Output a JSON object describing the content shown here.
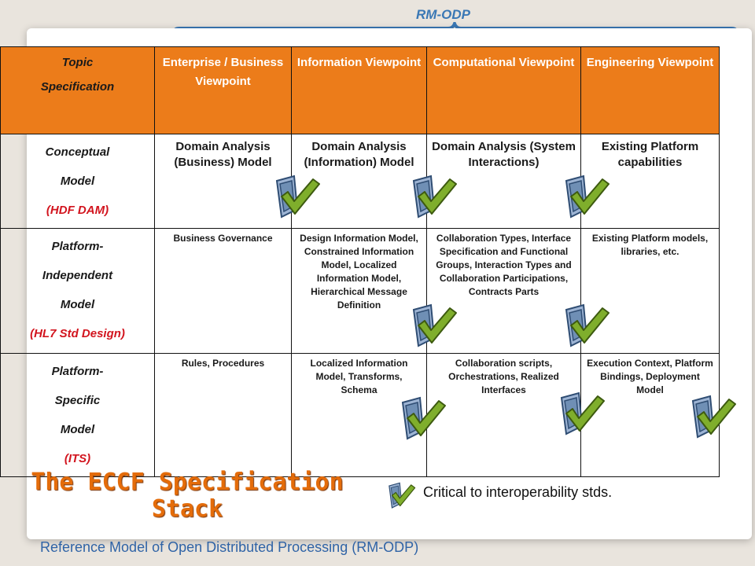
{
  "rmodp_label": "RM-ODP",
  "table": {
    "header": {
      "topic_line1": "Topic",
      "topic_line2": "Specification",
      "columns": [
        "Enterprise / Business Viewpoint",
        "Information Viewpoint",
        "Computational Viewpoint",
        "Engineering Viewpoint"
      ]
    },
    "rows": [
      {
        "head": {
          "l1": "Conceptual",
          "l2": "Model",
          "l3": "",
          "tag": "(HDF DAM)"
        },
        "cells": [
          "Domain Analysis (Business) Model",
          "Domain Analysis (Information) Model",
          "Domain Analysis (System Interactions)",
          "Existing Platform capabilities"
        ]
      },
      {
        "head": {
          "l1": "Platform-",
          "l2": "Independent",
          "l3": "Model",
          "tag": "(HL7 Std Design)"
        },
        "cells": [
          "Business Governance",
          "Design Information Model, Constrained Information Model, Localized Information Model, Hierarchical Message Definition",
          "Collaboration Types, Interface Specification and Functional Groups, Interaction Types and Collaboration Participations, Contracts Parts",
          "Existing Platform models, libraries, etc."
        ]
      },
      {
        "head": {
          "l1": "Platform-",
          "l2": "Specific",
          "l3": "Model",
          "tag": "(ITS)"
        },
        "cells": [
          "Rules, Procedures",
          "Localized Information Model, Transforms, Schema",
          "Collaboration scripts, Orchestrations, Realized Interfaces",
          "Execution Context, Platform Bindings, Deployment Model"
        ]
      }
    ]
  },
  "title": {
    "line1": "The ECCF Specification",
    "line2": "Stack"
  },
  "legend": "Critical to interoperability stds.",
  "footer": "Reference Model of Open Distributed Processing (RM-ODP)",
  "icons": {
    "check": "check-badge-icon"
  },
  "colors": {
    "header": "#ec7c1a",
    "title": "#e46c0a",
    "rmodp": "#3a78b5",
    "red_tag": "#d2141e",
    "check_green": "#7fae2c",
    "badge_blue": "#6f8fb5"
  }
}
